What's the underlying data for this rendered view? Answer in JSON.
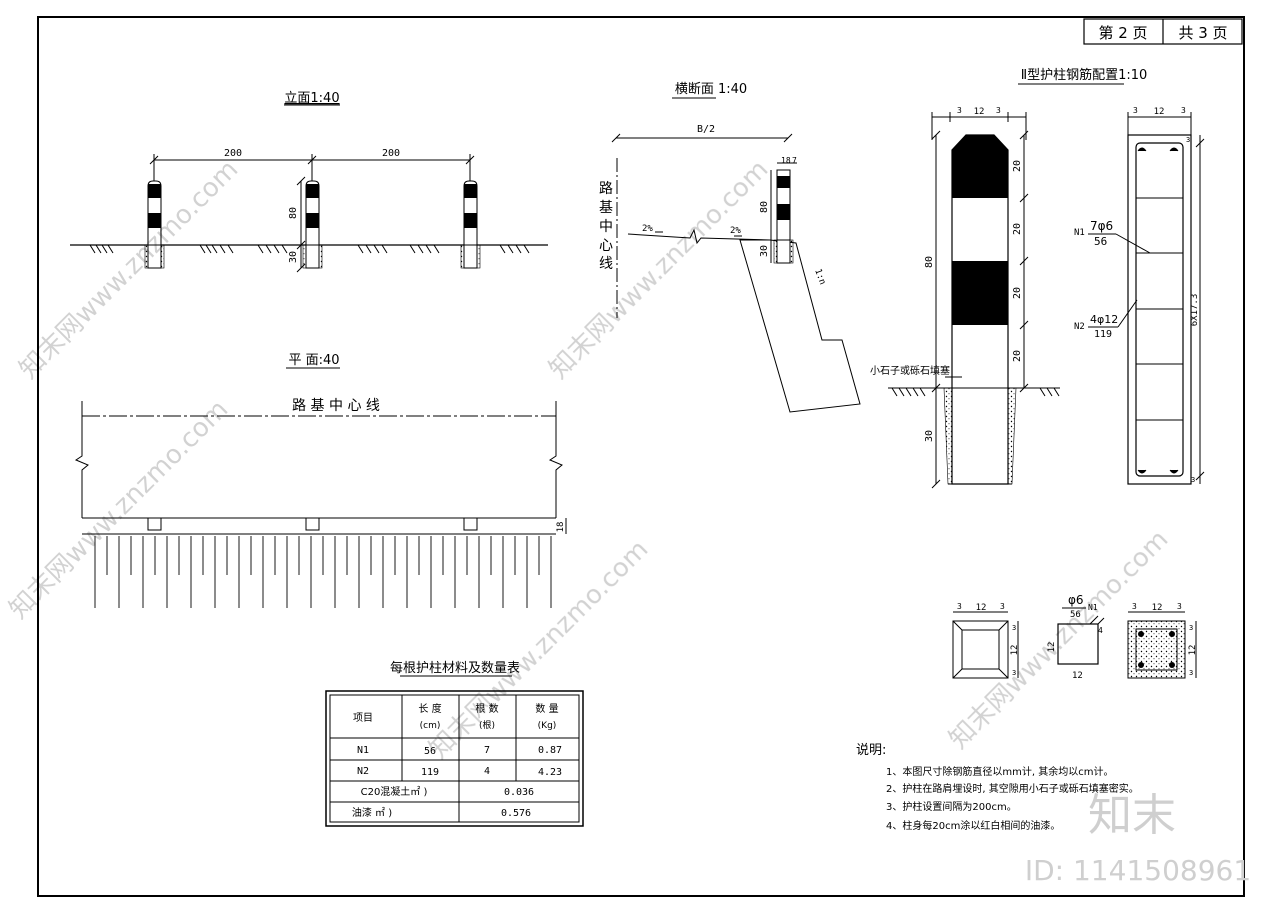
{
  "header": {
    "page": "第 2 页",
    "total": "共 3 页"
  },
  "elevation": {
    "title": "立面1:40",
    "dim1": "200",
    "dim2": "200",
    "h_above": "80",
    "h_below": "30"
  },
  "cross_section": {
    "title": "横断面 1:40",
    "width": "B/2",
    "centerline": [
      "路",
      "基",
      "中",
      "心",
      "线"
    ],
    "slope_left": "2%",
    "slope_right": "2%",
    "post_w": "18",
    "post_edge": "7",
    "h_above": "80",
    "h_below": "30",
    "slope": "1:n"
  },
  "plan": {
    "title": "平 面:40",
    "centerline": "路 基 中 心 线",
    "dim": "18"
  },
  "rebar": {
    "title": "Ⅱ型护柱钢筋配置1:10",
    "top_dims": [
      "3",
      "12",
      "3"
    ],
    "bands": [
      "20",
      "20",
      "20",
      "20"
    ],
    "h_total": "80",
    "h_below": "30",
    "fill_note": "小石子或砾石填塞",
    "n1_label": "N1",
    "n1_count": "7φ6",
    "n1_len": "56",
    "n2_label": "N2",
    "n2_count": "4φ12",
    "n2_len": "119",
    "cage_dim": "6X17.3",
    "cage_top": [
      "3",
      "12",
      "3"
    ],
    "cage_side": [
      "3",
      "3"
    ]
  },
  "sections": {
    "sec1_dims": [
      "3",
      "12",
      "3"
    ],
    "sec1_side": [
      "3",
      "12",
      "3"
    ],
    "stirrup_dia": "φ6",
    "stirrup_len": "56",
    "stirrup_label": "N1",
    "stirrup_w": "12",
    "stirrup_h": "12",
    "stirrup_hook": "4",
    "sec3_dims": [
      "3",
      "12",
      "3"
    ],
    "sec3_side": [
      "3",
      "12",
      "3"
    ]
  },
  "table": {
    "title": "每根护柱材料及数量表",
    "headers": [
      "项目",
      "长 度",
      "(cm)",
      "根 数",
      "(根)",
      "数 量",
      "(Kg)"
    ],
    "rows": [
      [
        "N1",
        "56",
        "7",
        "0.87"
      ],
      [
        "N2",
        "119",
        "4",
        "4.23"
      ]
    ],
    "extra": [
      [
        "C20混凝土㎡ )",
        "0.036"
      ],
      [
        "油漆 ㎡ )",
        "0.576"
      ]
    ]
  },
  "notes": {
    "title": "说明:",
    "items": [
      "1、本图尺寸除钢筋直径以mm计, 其余均以cm计。",
      "2、护柱在路肩埋设时, 其空隙用小石子或砾石填塞密实。",
      "3、护柱设置间隔为200cm。",
      "4、柱身每20cm涂以红白相间的油漆。"
    ]
  },
  "watermark": {
    "brand": "知末",
    "id": "ID: 1141508961",
    "site": "知末网www.znzmo.com"
  }
}
